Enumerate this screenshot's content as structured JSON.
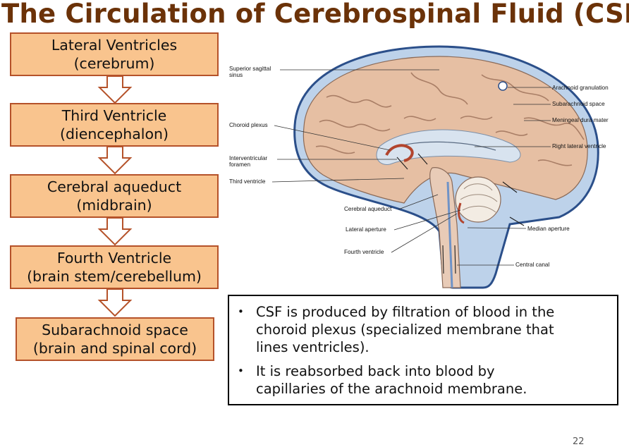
{
  "title": "The Circulation of Cerebrospinal Fluid (CSF)",
  "flow": [
    {
      "line1": "Lateral Ventricles",
      "line2": "(cerebrum)"
    },
    {
      "line1": "Third Ventricle",
      "line2": "(diencephalon)"
    },
    {
      "line1": "Cerebral aqueduct",
      "line2": "(midbrain)"
    },
    {
      "line1": "Fourth Ventricle",
      "line2": "(brain stem/cerebellum)"
    },
    {
      "line1": "Subarachnoid space",
      "line2": "(brain and spinal cord)"
    }
  ],
  "diagram_labels": {
    "superior_sagittal_1": "Superior sagittal",
    "superior_sagittal_2": "sinus",
    "choroid_plexus": "Choroid plexus",
    "interventricular_1": "Interventricular",
    "interventricular_2": "foramen",
    "third_ventricle": "Third ventricle",
    "cerebral_aqueduct": "Cerebral aqueduct",
    "lateral_aperture": "Lateral aperture",
    "fourth_ventricle": "Fourth ventricle",
    "arachnoid_granulation": "Arachnoid granulation",
    "subarachnoid_space": "Subarachnoid space",
    "meningeal_dura_mater": "Meningeal dura mater",
    "right_lateral_ventricle": "Right lateral ventricle",
    "median_aperture": "Median aperture",
    "central_canal": "Central canal"
  },
  "bullets": [
    {
      "line1": "CSF is produced by filtration of blood in the",
      "line2": "choroid plexus (specialized membrane that",
      "line3": "lines ventricles)."
    },
    {
      "line1": "It is reabsorbed back into blood by",
      "line2": "capillaries of the arachnoid membrane."
    }
  ],
  "page_number": "22",
  "colors": {
    "title": "#6b3208",
    "box_fill": "#f9c48e",
    "box_border": "#b5522a"
  }
}
